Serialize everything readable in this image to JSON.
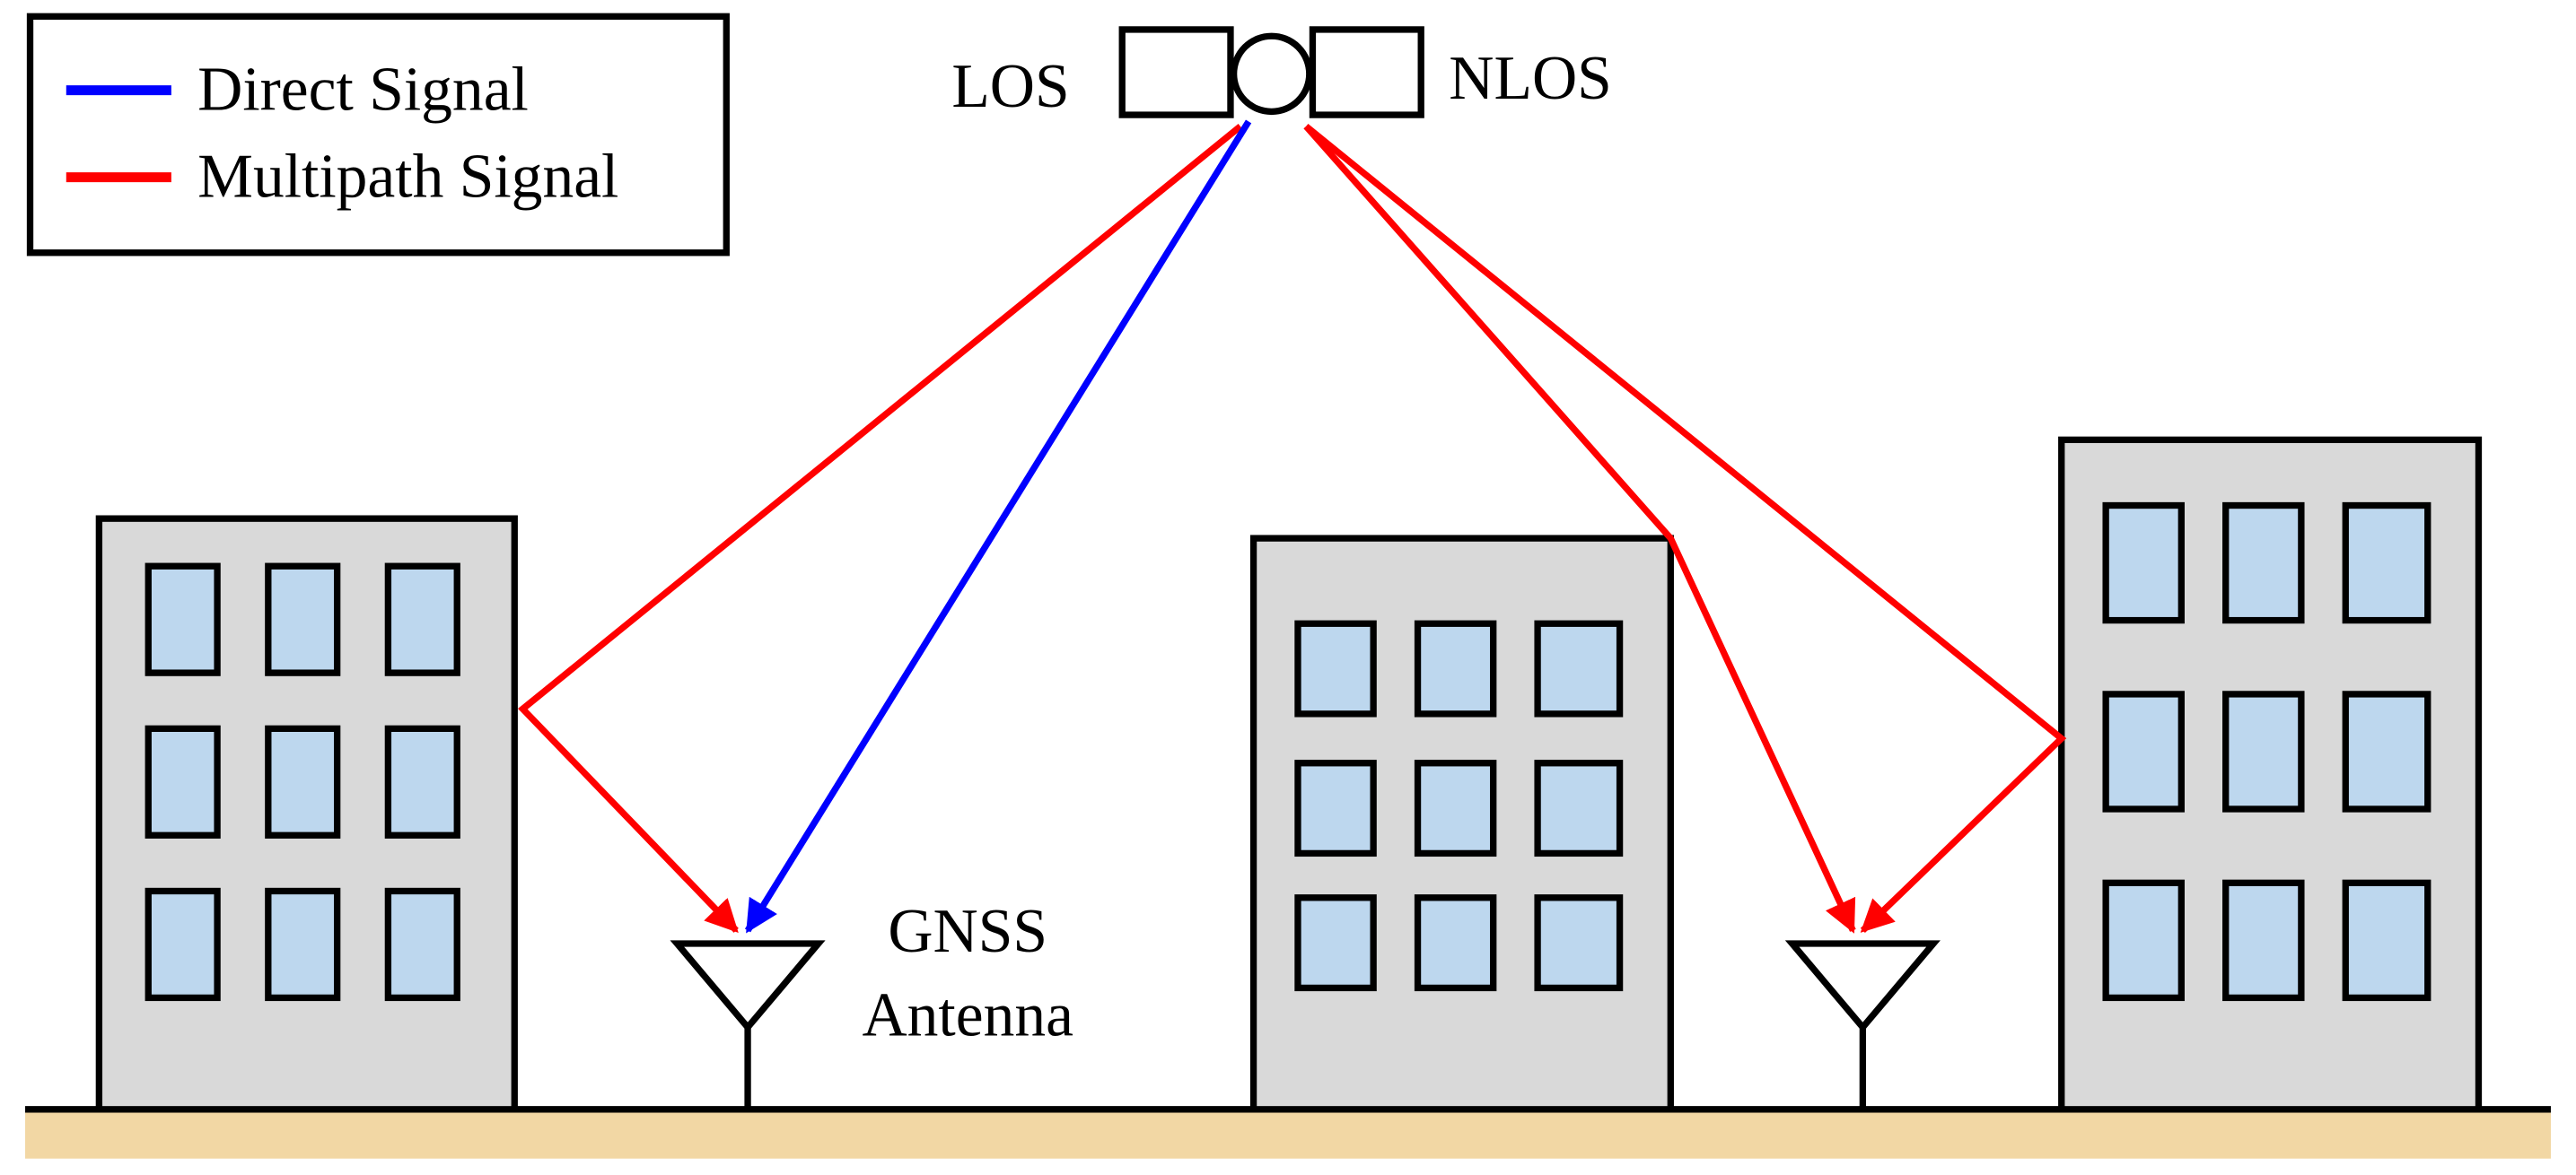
{
  "legend": {
    "items": [
      {
        "label": "Direct Signal",
        "color": "#0000ff"
      },
      {
        "label": "Multipath Signal",
        "color": "#ff0000"
      }
    ]
  },
  "satellite": {
    "icon": "satellite-icon",
    "left_label": "LOS",
    "right_label": "NLOS"
  },
  "antenna": {
    "label_line1": "GNSS",
    "label_line2": "Antenna",
    "icon": "antenna-icon"
  },
  "colors": {
    "direct": "#0000ff",
    "multipath": "#ff0000",
    "building_fill": "#d9d9d9",
    "window_fill": "#bdd7ee",
    "ground": "#f2d7a4",
    "outline": "#000000"
  }
}
